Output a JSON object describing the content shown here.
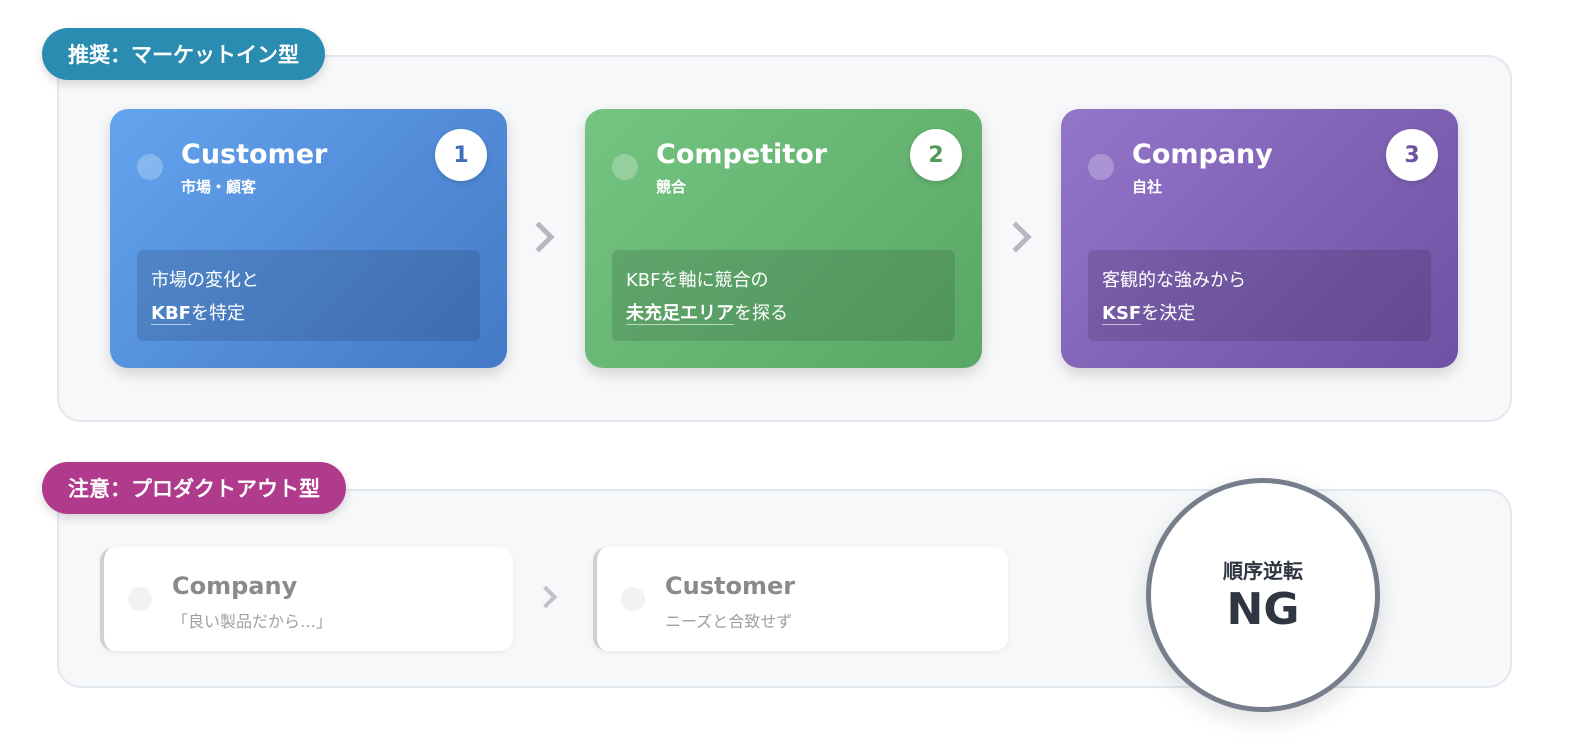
{
  "recommended": {
    "badge": "推奨：マーケットイン型",
    "color": "#2a8cb0",
    "cards": [
      {
        "title": "Customer",
        "subtitle": "市場・顧客",
        "number": "1",
        "line1": "市場の変化と",
        "highlight": "KBF",
        "rest": "を特定",
        "color": "#4f8fdc"
      },
      {
        "title": "Competitor",
        "subtitle": "競合",
        "number": "2",
        "line1": "KBFを軸に競合の",
        "highlight": "未充足エリア",
        "rest": "を探る",
        "color": "#69b874"
      },
      {
        "title": "Company",
        "subtitle": "自社",
        "number": "3",
        "line1": "客観的な強みから",
        "highlight": "KSF",
        "rest": "を決定",
        "color": "#8767b8"
      }
    ]
  },
  "caution": {
    "badge": "注意：プロダクトアウト型",
    "color": "#b03a8c",
    "cards": [
      {
        "title": "Company",
        "subtitle": "「良い製品だから…」"
      },
      {
        "title": "Customer",
        "subtitle": "ニーズと合致せず"
      }
    ],
    "stamp": {
      "label": "順序逆転",
      "verdict": "NG"
    }
  }
}
